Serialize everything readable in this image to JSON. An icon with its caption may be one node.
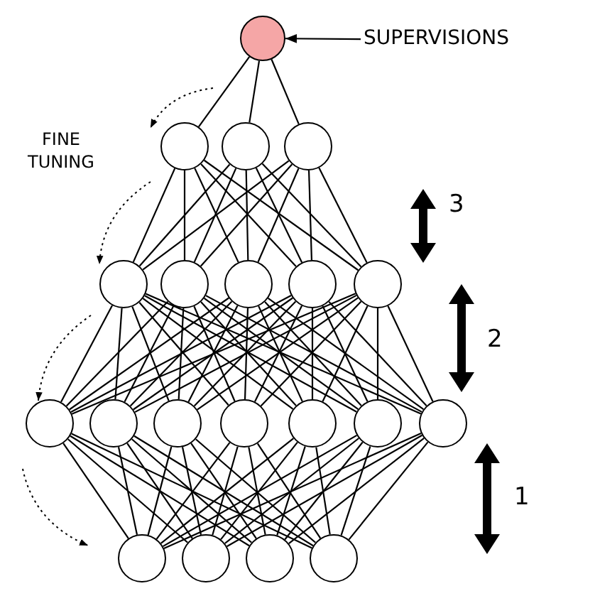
{
  "diagram": {
    "nodes": [
      {
        "text": [],
        "shape": "circle"
      },
      {
        "text": [
          "SUPERVISIONS"
        ]
      },
      {
        "text": [],
        "shape": "circle"
      },
      {
        "text": [],
        "shape": "circle"
      },
      {
        "text": [],
        "shape": "circle"
      },
      {
        "text": [],
        "shape": "circle"
      },
      {
        "text": [],
        "shape": "circle"
      },
      {
        "text": [],
        "shape": "circle"
      },
      {
        "text": [],
        "shape": "circle"
      },
      {
        "text": [],
        "shape": "circle"
      },
      {
        "text": [],
        "shape": "circle"
      },
      {
        "text": [],
        "shape": "circle"
      },
      {
        "text": [],
        "shape": "circle"
      },
      {
        "text": [],
        "shape": "circle"
      },
      {
        "text": [],
        "shape": "circle"
      },
      {
        "text": [],
        "shape": "circle"
      },
      {
        "text": [],
        "shape": "circle"
      },
      {
        "text": [],
        "shape": "circle"
      },
      {
        "text": [],
        "shape": "circle"
      },
      {
        "text": [],
        "shape": "circle"
      },
      {
        "text": [],
        "shape": "circle"
      }
    ],
    "edges": [
      {
        "from": 1,
        "to": 0,
        "arrow": "to"
      },
      {
        "from": 0,
        "to": 2,
        "arrow": "none"
      },
      {
        "from": 0,
        "to": 3,
        "arrow": "none"
      },
      {
        "from": 0,
        "to": 4,
        "arrow": "none"
      },
      {
        "from": 2,
        "to": 5,
        "arrow": "none"
      },
      {
        "from": 2,
        "to": 6,
        "arrow": "none"
      },
      {
        "from": 2,
        "to": 7,
        "arrow": "none"
      },
      {
        "from": 2,
        "to": 8,
        "arrow": "none"
      },
      {
        "from": 2,
        "to": 9,
        "arrow": "none"
      },
      {
        "from": 3,
        "to": 5,
        "arrow": "none"
      },
      {
        "from": 3,
        "to": 6,
        "arrow": "none"
      },
      {
        "from": 3,
        "to": 7,
        "arrow": "none"
      },
      {
        "from": 3,
        "to": 8,
        "arrow": "none"
      },
      {
        "from": 3,
        "to": 9,
        "arrow": "none"
      },
      {
        "from": 4,
        "to": 5,
        "arrow": "none"
      },
      {
        "from": 4,
        "to": 6,
        "arrow": "none"
      },
      {
        "from": 4,
        "to": 7,
        "arrow": "none"
      },
      {
        "from": 4,
        "to": 8,
        "arrow": "none"
      },
      {
        "from": 4,
        "to": 9,
        "arrow": "none"
      },
      {
        "from": 5,
        "to": 10,
        "arrow": "none"
      },
      {
        "from": 5,
        "to": 11,
        "arrow": "none"
      },
      {
        "from": 5,
        "to": 12,
        "arrow": "none"
      },
      {
        "from": 5,
        "to": 13,
        "arrow": "none"
      },
      {
        "from": 5,
        "to": 14,
        "arrow": "none"
      },
      {
        "from": 5,
        "to": 15,
        "arrow": "none"
      },
      {
        "from": 5,
        "to": 16,
        "arrow": "none"
      },
      {
        "from": 6,
        "to": 10,
        "arrow": "none"
      },
      {
        "from": 6,
        "to": 11,
        "arrow": "none"
      },
      {
        "from": 6,
        "to": 12,
        "arrow": "none"
      },
      {
        "from": 6,
        "to": 13,
        "arrow": "none"
      },
      {
        "from": 6,
        "to": 14,
        "arrow": "none"
      },
      {
        "from": 6,
        "to": 15,
        "arrow": "none"
      },
      {
        "from": 6,
        "to": 16,
        "arrow": "none"
      },
      {
        "from": 7,
        "to": 10,
        "arrow": "none"
      },
      {
        "from": 7,
        "to": 11,
        "arrow": "none"
      },
      {
        "from": 7,
        "to": 12,
        "arrow": "none"
      },
      {
        "from": 7,
        "to": 13,
        "arrow": "none"
      },
      {
        "from": 7,
        "to": 14,
        "arrow": "none"
      },
      {
        "from": 7,
        "to": 15,
        "arrow": "none"
      },
      {
        "from": 7,
        "to": 16,
        "arrow": "none"
      },
      {
        "from": 8,
        "to": 10,
        "arrow": "none"
      },
      {
        "from": 8,
        "to": 11,
        "arrow": "none"
      },
      {
        "from": 8,
        "to": 12,
        "arrow": "none"
      },
      {
        "from": 8,
        "to": 13,
        "arrow": "none"
      },
      {
        "from": 8,
        "to": 14,
        "arrow": "none"
      },
      {
        "from": 8,
        "to": 15,
        "arrow": "none"
      },
      {
        "from": 8,
        "to": 16,
        "arrow": "none"
      },
      {
        "from": 9,
        "to": 10,
        "arrow": "none"
      },
      {
        "from": 9,
        "to": 11,
        "arrow": "none"
      },
      {
        "from": 9,
        "to": 12,
        "arrow": "none"
      },
      {
        "from": 9,
        "to": 13,
        "arrow": "none"
      },
      {
        "from": 9,
        "to": 14,
        "arrow": "none"
      },
      {
        "from": 9,
        "to": 15,
        "arrow": "none"
      },
      {
        "from": 9,
        "to": 16,
        "arrow": "none"
      },
      {
        "from": 10,
        "to": 17,
        "arrow": "none"
      },
      {
        "from": 10,
        "to": 18,
        "arrow": "none"
      },
      {
        "from": 10,
        "to": 19,
        "arrow": "none"
      },
      {
        "from": 10,
        "to": 20,
        "arrow": "none"
      },
      {
        "from": 11,
        "to": 17,
        "arrow": "none"
      },
      {
        "from": 11,
        "to": 18,
        "arrow": "none"
      },
      {
        "from": 11,
        "to": 19,
        "arrow": "none"
      },
      {
        "from": 11,
        "to": 20,
        "arrow": "none"
      },
      {
        "from": 12,
        "to": 17,
        "arrow": "none"
      },
      {
        "from": 12,
        "to": 18,
        "arrow": "none"
      },
      {
        "from": 12,
        "to": 19,
        "arrow": "none"
      },
      {
        "from": 12,
        "to": 20,
        "arrow": "none"
      },
      {
        "from": 13,
        "to": 17,
        "arrow": "none"
      },
      {
        "from": 13,
        "to": 18,
        "arrow": "none"
      },
      {
        "from": 13,
        "to": 19,
        "arrow": "none"
      },
      {
        "from": 13,
        "to": 20,
        "arrow": "none"
      },
      {
        "from": 14,
        "to": 17,
        "arrow": "none"
      },
      {
        "from": 14,
        "to": 18,
        "arrow": "none"
      },
      {
        "from": 14,
        "to": 19,
        "arrow": "none"
      },
      {
        "from": 14,
        "to": 20,
        "arrow": "none"
      },
      {
        "from": 15,
        "to": 17,
        "arrow": "none"
      },
      {
        "from": 15,
        "to": 18,
        "arrow": "none"
      },
      {
        "from": 15,
        "to": 19,
        "arrow": "none"
      },
      {
        "from": 15,
        "to": 20,
        "arrow": "none"
      },
      {
        "from": 16,
        "to": 17,
        "arrow": "none"
      },
      {
        "from": 16,
        "to": 18,
        "arrow": "none"
      },
      {
        "from": 16,
        "to": 19,
        "arrow": "none"
      },
      {
        "from": 16,
        "to": 20,
        "arrow": "none"
      }
    ],
    "labels": [
      "FINE TUNING",
      "3",
      "2",
      "1"
    ]
  }
}
